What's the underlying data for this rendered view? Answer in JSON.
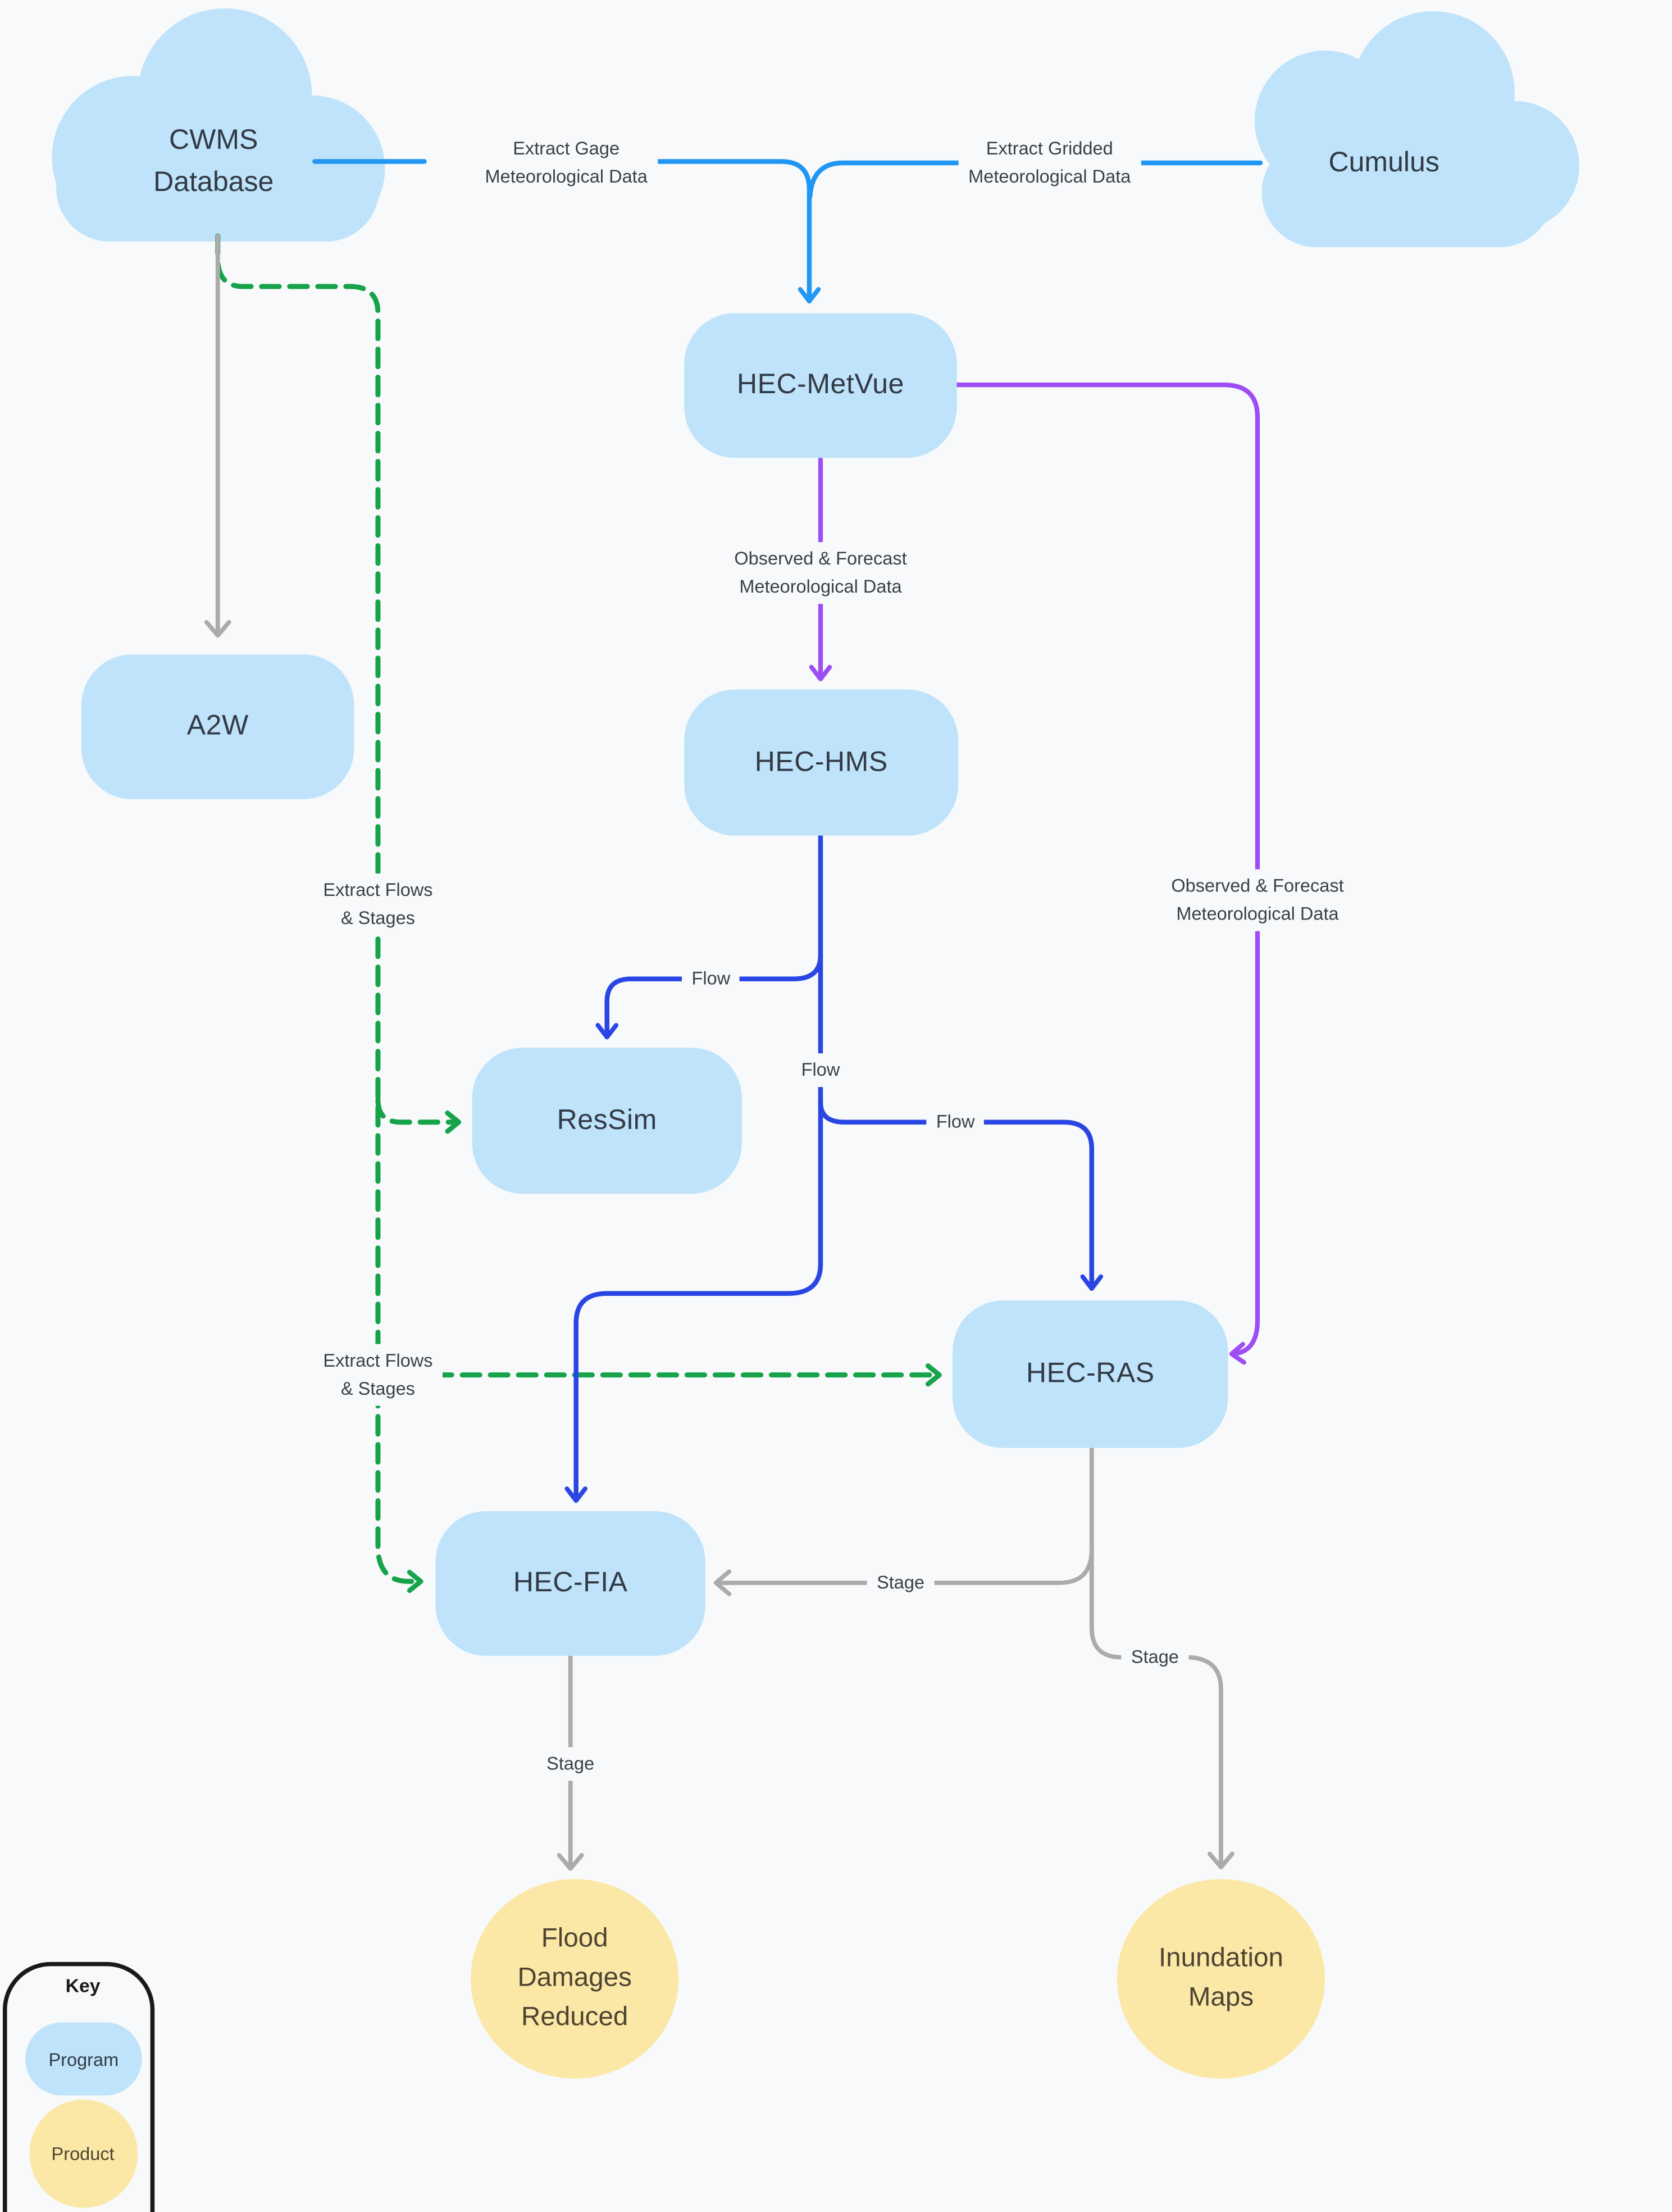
{
  "diagram": {
    "nodes": {
      "cwms": {
        "line1": "CWMS",
        "line2": "Database"
      },
      "cumulus": {
        "label": "Cumulus"
      },
      "metvue": {
        "label": "HEC-MetVue"
      },
      "a2w": {
        "label": "A2W"
      },
      "hms": {
        "label": "HEC-HMS"
      },
      "ressim": {
        "label": "ResSim"
      },
      "ras": {
        "label": "HEC-RAS"
      },
      "fia": {
        "label": "HEC-FIA"
      },
      "flood": {
        "line1": "Flood",
        "line2": "Damages",
        "line3": "Reduced"
      },
      "inundation": {
        "line1": "Inundation",
        "line2": "Maps"
      }
    },
    "edge_labels": {
      "extract_gage": {
        "line1": "Extract Gage",
        "line2": "Meteorological Data"
      },
      "extract_gridded": {
        "line1": "Extract Gridded",
        "line2": "Meteorological Data"
      },
      "observed_forecast_mid": {
        "line1": "Observed & Forecast",
        "line2": "Meteorological Data"
      },
      "observed_forecast_right": {
        "line1": "Observed & Forecast",
        "line2": "Meteorological Data"
      },
      "extract_flows_upper": {
        "line1": "Extract Flows",
        "line2": "& Stages"
      },
      "extract_flows_lower": {
        "line1": "Extract Flows",
        "line2": "& Stages"
      },
      "flow_to_ressim": "Flow",
      "flow_trunk": "Flow",
      "flow_to_ras": "Flow",
      "stage_to_fia": "Stage",
      "stage_to_inundation": "Stage",
      "stage_to_flood": "Stage"
    },
    "legend": {
      "title": "Key",
      "program_label": "Program",
      "product_label": "Product"
    },
    "colors": {
      "background": "#F8F9FA",
      "node_fill": "#BEE3FA",
      "product_fill": "#FBE8A6",
      "line_light_blue": "#2196F3",
      "line_dark_blue": "#2946E4",
      "line_purple": "#9D4DF3",
      "line_green": "#16A34A",
      "line_gray": "#ABABAB",
      "text_dark": "#333A45",
      "text_label": "#3A4048",
      "text_product": "#4D4433",
      "key_border": "#191919"
    }
  }
}
